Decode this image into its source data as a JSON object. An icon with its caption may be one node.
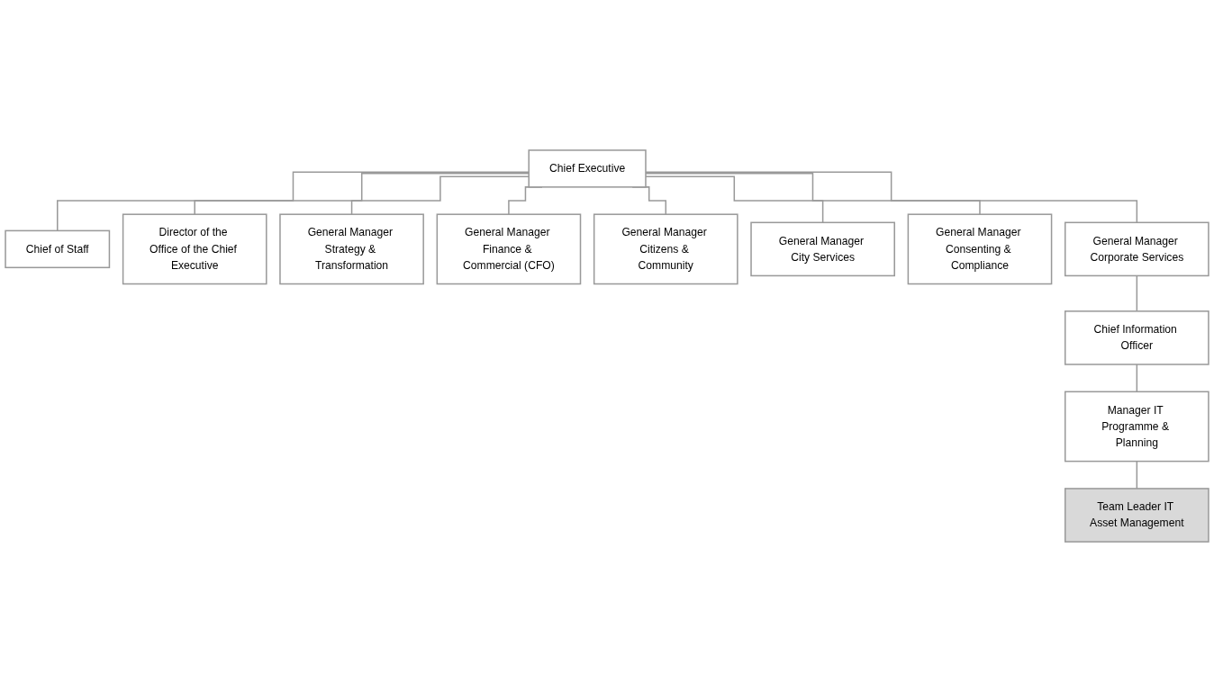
{
  "diagram": {
    "nodes": [
      {
        "text": [
          "Chief Executive"
        ]
      },
      {
        "text": [
          "Chief of Staff"
        ]
      },
      {
        "text": [
          "Director of the Office of the Chief Executive"
        ]
      },
      {
        "text": [
          "General Manager Strategy & Transformation"
        ]
      },
      {
        "text": [
          "General Manager Finance & Commercial (CFO)"
        ]
      },
      {
        "text": [
          "General Manager Citizens & Community"
        ]
      },
      {
        "text": [
          "General Manager City Services"
        ]
      },
      {
        "text": [
          "General Manager Consenting & Compliance"
        ]
      },
      {
        "text": [
          "General Manager Corporate Services"
        ]
      },
      {
        "text": [
          "Chief Information Officer"
        ]
      },
      {
        "text": [
          "Manager IT Programme & Planning"
        ]
      },
      {
        "text": [
          "Team Leader IT Asset Management"
        ]
      }
    ],
    "edges": [
      {
        "from": 0,
        "to": 1,
        "arrow": "none"
      },
      {
        "from": 0,
        "to": 2,
        "arrow": "none"
      },
      {
        "from": 0,
        "to": 3,
        "arrow": "none"
      },
      {
        "from": 0,
        "to": 4,
        "arrow": "none"
      },
      {
        "from": 0,
        "to": 5,
        "arrow": "none"
      },
      {
        "from": 0,
        "to": 6,
        "arrow": "none"
      },
      {
        "from": 0,
        "to": 7,
        "arrow": "none"
      },
      {
        "from": 0,
        "to": 8,
        "arrow": "none"
      },
      {
        "from": 8,
        "to": 9,
        "arrow": "none"
      },
      {
        "from": 9,
        "to": 10,
        "arrow": "none"
      },
      {
        "from": 10,
        "to": 11,
        "arrow": "none"
      }
    ]
  }
}
